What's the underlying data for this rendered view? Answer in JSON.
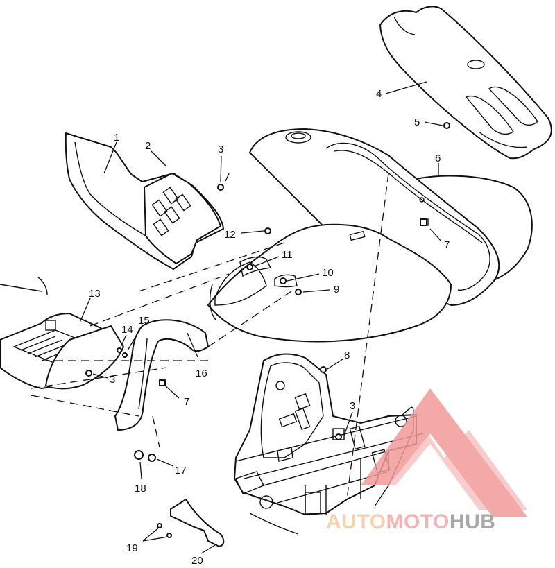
{
  "callouts": [
    "1",
    "2",
    "3",
    "4",
    "5",
    "6",
    "7",
    "8",
    "9",
    "10",
    "11",
    "12",
    "13",
    "14",
    "15",
    "16",
    "17",
    "18",
    "19",
    "20"
  ],
  "extra_callouts": {
    "three_b": "3",
    "three_c": "3",
    "seven_b": "7"
  },
  "watermark": {
    "part1": "AUTO",
    "part2": "MOTO",
    "part3": "HUB",
    "colors": {
      "auto": "#f5c9a3",
      "moto": "#f2a9a6",
      "hub": "#9a9a9a",
      "triangle": "#f29b99"
    }
  }
}
